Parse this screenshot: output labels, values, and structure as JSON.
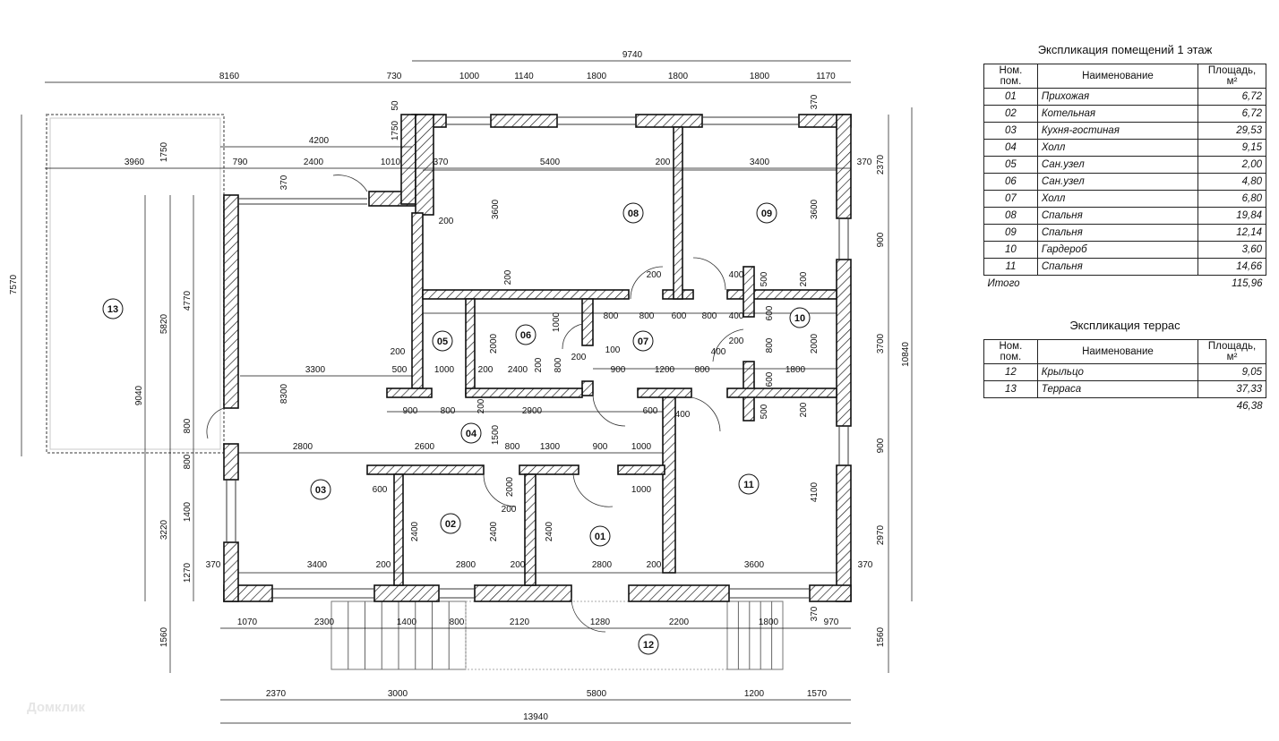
{
  "rooms_table": {
    "title": "Экспликация помещений 1 этаж",
    "headers": [
      "Ном. пом.",
      "Наименование",
      "Площадь, м²"
    ],
    "rows": [
      [
        "01",
        "Прихожая",
        "6,72"
      ],
      [
        "02",
        "Котельная",
        "6,72"
      ],
      [
        "03",
        "Кухня-гостиная",
        "29,53"
      ],
      [
        "04",
        "Холл",
        "9,15"
      ],
      [
        "05",
        "Сан.узел",
        "2,00"
      ],
      [
        "06",
        "Сан.узел",
        "4,80"
      ],
      [
        "07",
        "Холл",
        "6,80"
      ],
      [
        "08",
        "Спальня",
        "19,84"
      ],
      [
        "09",
        "Спальня",
        "12,14"
      ],
      [
        "10",
        "Гардероб",
        "3,60"
      ],
      [
        "11",
        "Спальня",
        "14,66"
      ]
    ],
    "total_label": "Итого",
    "total_value": "115,96"
  },
  "terrace_table": {
    "title": "Экспликация террас",
    "headers": [
      "Ном. пом.",
      "Наименование",
      "Площадь, м²"
    ],
    "rows": [
      [
        "12",
        "Крыльцо",
        "9,05"
      ],
      [
        "13",
        "Терраса",
        "37,33"
      ]
    ],
    "total_value": "46,38"
  },
  "room_markers": [
    "01",
    "02",
    "03",
    "04",
    "05",
    "06",
    "07",
    "08",
    "09",
    "10",
    "11",
    "12",
    "13"
  ],
  "dims": {
    "top_overall": "9740",
    "top_left": "8160",
    "top_gap": "730",
    "top_1": "1000",
    "top_2": "1140",
    "top_3": "1800",
    "top_4": "1800",
    "top_5": "1800",
    "top_6": "1170",
    "row2_a": "4200",
    "row3_a": "3960",
    "row3_b": "790",
    "row3_c": "2400",
    "row3_d": "1010",
    "row3_e": "370",
    "row3_f": "5400",
    "row3_g": "200",
    "row3_h": "3400",
    "row3_i": "370",
    "left_7570": "7570",
    "left_9040": "9040",
    "left_5820": "5820",
    "left_4770": "4770",
    "left_800a": "800",
    "left_800b": "800",
    "left_1400": "1400",
    "left_3220": "3220",
    "left_1270": "1270",
    "left_1560": "1560",
    "left_1750a": "1750",
    "left_1750b": "1750",
    "left_370": "370",
    "left_8300": "8300",
    "left_50": "50",
    "right_2370": "2370",
    "right_900a": "900",
    "right_3700": "3700",
    "right_900b": "900",
    "right_2970": "2970",
    "right_10840": "10840",
    "right_370a": "370",
    "right_1560": "1560",
    "right_370b": "370",
    "in_3600a": "3600",
    "in_3600b": "3600",
    "in_200a": "200",
    "in_200b": "200",
    "in_200c": "200",
    "in_800a": "800",
    "in_800b": "800",
    "in_600a": "600",
    "in_800c": "800",
    "in_400a": "400",
    "in_400b": "400",
    "in_500a": "500",
    "in_200d": "200",
    "in_600b": "600",
    "in_1000a": "1000",
    "in_2000a": "2000",
    "in_2000b": "2000",
    "in_200e": "200",
    "in_100": "100",
    "in_200f": "200",
    "in_900a": "900",
    "in_1200": "1200",
    "in_800d": "800",
    "in_400c": "400",
    "in_1800a": "1800",
    "in_200g": "200",
    "in_3300": "3300",
    "in_500b": "500",
    "in_1000b": "1000",
    "in_200h": "200",
    "in_2400a": "2400",
    "in_200i": "200",
    "in_800e": "800",
    "in_800f": "800",
    "in_600c": "600",
    "in_500c": "500",
    "in_200j": "200",
    "in_900b": "900",
    "in_800g": "800",
    "in_200k": "200",
    "in_2900": "2900",
    "in_600d": "600",
    "in_400d": "400",
    "in_2000c": "2000",
    "in_2800a": "2800",
    "in_2600": "2600",
    "in_1500": "1500",
    "in_800h": "800",
    "in_1300": "1300",
    "in_900c": "900",
    "in_1000c": "1000",
    "in_600e": "600",
    "in_2000d": "2000",
    "in_200l": "200",
    "in_1000d": "1000",
    "in_4100": "4100",
    "in_2400b": "2400",
    "in_2400c": "2400",
    "in_2400d": "2400",
    "b_370a": "370",
    "b_3400": "3400",
    "b_200a": "200",
    "b_2800a": "2800",
    "b_200b": "200",
    "b_2800b": "2800",
    "b_200c": "200",
    "b_3600": "3600",
    "b_370b": "370",
    "bot_1070": "1070",
    "bot_2300": "2300",
    "bot_1400": "1400",
    "bot_800": "800",
    "bot_2120": "2120",
    "bot_1280": "1280",
    "bot_2200": "2200",
    "bot_1800": "1800",
    "bot_970": "970",
    "bot2_2370": "2370",
    "bot2_3000": "3000",
    "bot2_5800": "5800",
    "bot2_1200": "1200",
    "bot2_1570": "1570",
    "bot3_13940": "13940"
  },
  "watermark": "Домклик"
}
